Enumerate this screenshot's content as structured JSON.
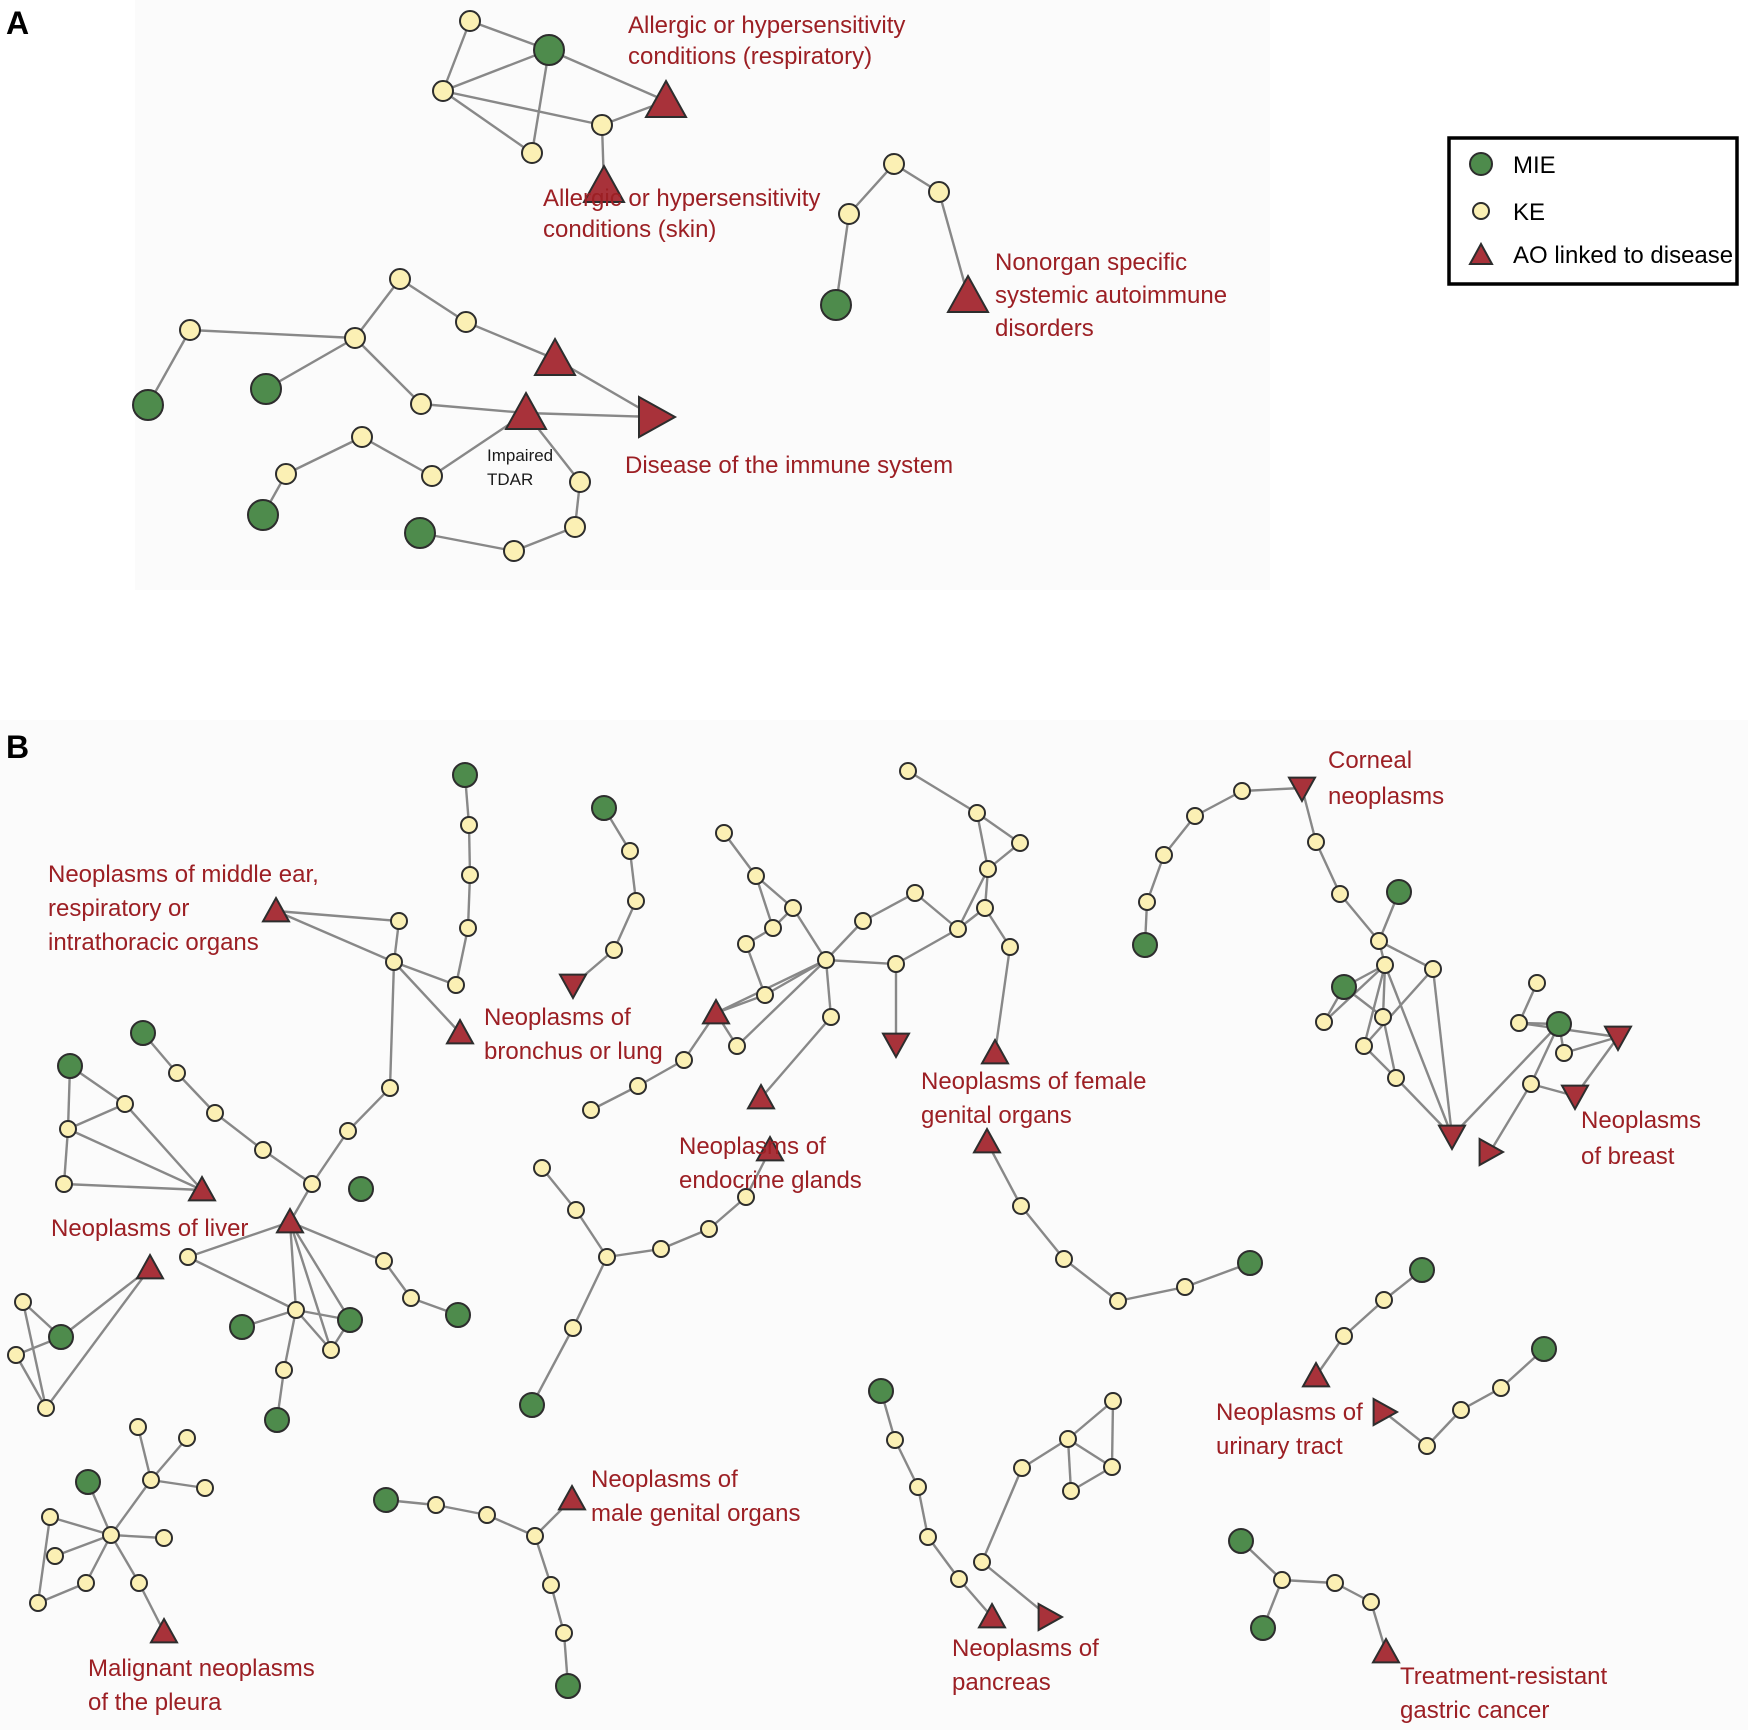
{
  "panels": {
    "a": {
      "letter": "A"
    },
    "b": {
      "letter": "B"
    }
  },
  "legend": {
    "mie": "MIE",
    "ke": "KE",
    "ao": "AO linked to disease"
  },
  "colors": {
    "mie": "#4e8b4c",
    "ke": "#fbf0b4",
    "ao": "#a8323a",
    "label": "#9c1f24",
    "edge": "#888888"
  },
  "labels_a": {
    "resp": [
      "Allergic or hypersensitivity",
      "conditions (respiratory)"
    ],
    "skin": [
      "Allergic or hypersensitivity",
      "conditions (skin)"
    ],
    "nonorgan": [
      "Nonorgan specific",
      "systemic autoimmune",
      "disorders"
    ],
    "immune": [
      "Disease of the immune system"
    ],
    "tdar": [
      "Impaired",
      "TDAR"
    ]
  },
  "labels_b": {
    "middle_ear": [
      "Neoplasms of middle ear,",
      "respiratory or",
      "intrathoracic organs"
    ],
    "bronchus": [
      "Neoplasms of",
      "bronchus or lung"
    ],
    "liver": [
      "Neoplasms of liver"
    ],
    "pleura": [
      "Malignant neoplasms",
      "of the pleura"
    ],
    "male": [
      "Neoplasms of",
      "male genital organs"
    ],
    "endocrine": [
      "Neoplasms of",
      "endocrine glands"
    ],
    "female": [
      "Neoplasms of female",
      "genital organs"
    ],
    "pancreas": [
      "Neoplasms of",
      "pancreas"
    ],
    "corneal": [
      "Corneal",
      "neoplasms"
    ],
    "breast": [
      "Neoplasms",
      "of breast"
    ],
    "urinary": [
      "Neoplasms of",
      "urinary tract"
    ],
    "gastric": [
      "Treatment-resistant",
      "gastric cancer"
    ]
  }
}
